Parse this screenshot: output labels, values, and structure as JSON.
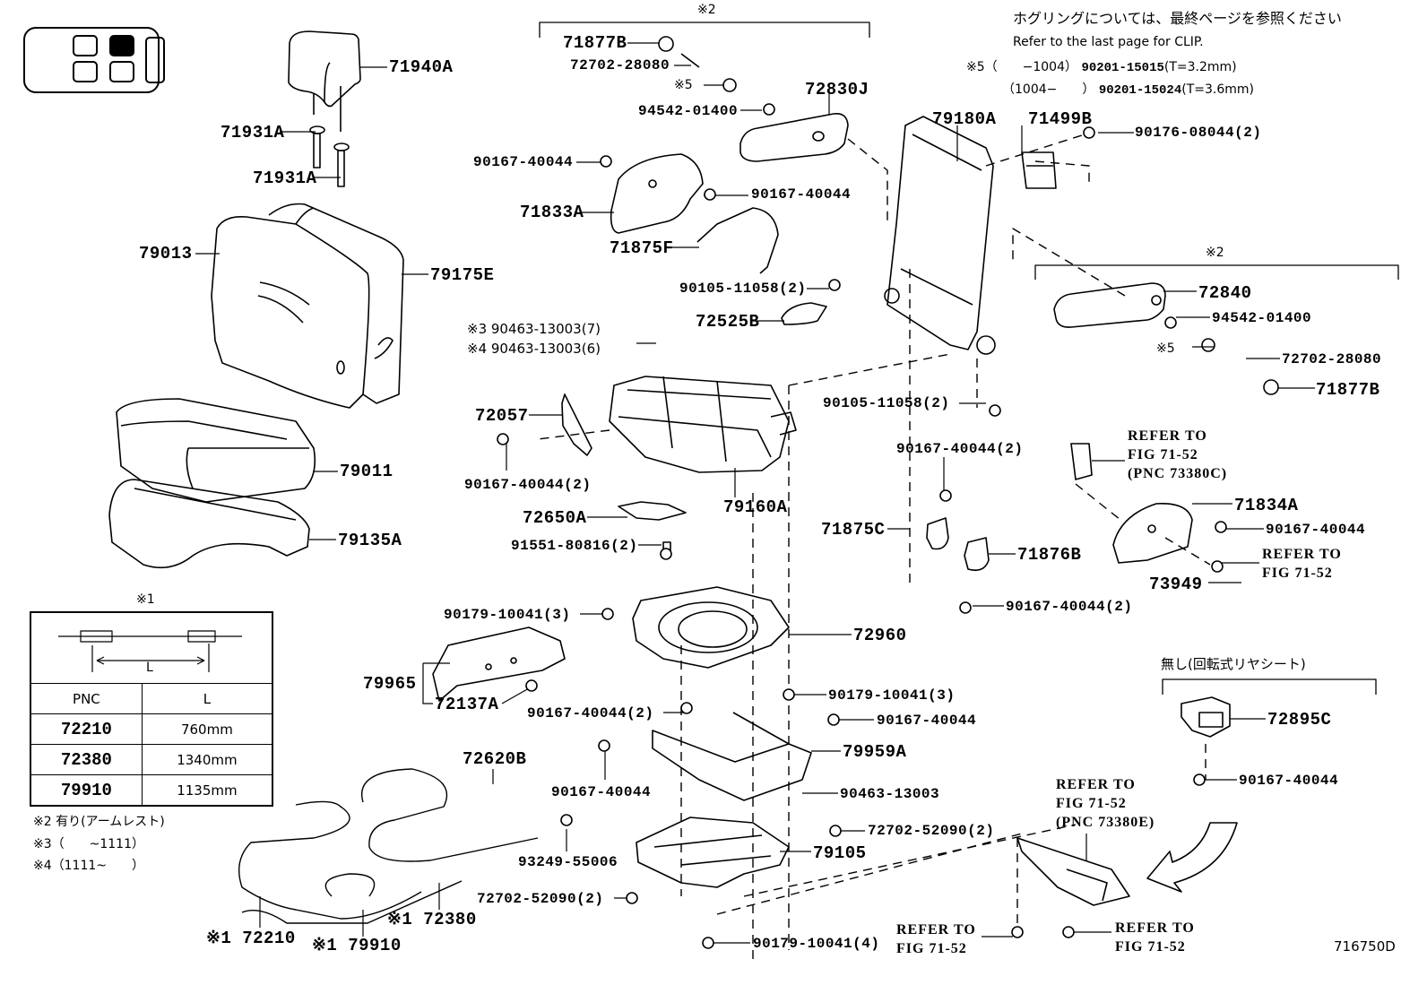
{
  "header": {
    "note_jp": "ホグリングについては、最終ページを参照ください",
    "note_en": "Refer to the last page for CLIP.",
    "note5_line1_prefix": "※5（　　−1004）",
    "note5_line1_part": "90201-15015",
    "note5_line1_suffix": "(T=3.2mm)",
    "note5_line2_prefix": "（1004−　　）",
    "note5_line2_part": "90201-15024",
    "note5_line2_suffix": "(T=3.6mm)"
  },
  "thumbnail": {
    "name": "seat-position-locator",
    "highlighted_position": "top-middle"
  },
  "group_marks": {
    "armrest_left": "※2",
    "armrest_right": "※2",
    "cable_table": "※1",
    "no_rotating": "無し(回転式リヤシート)"
  },
  "parts": {
    "p71940A": "71940A",
    "p71931A_1": "71931A",
    "p71931A_2": "71931A",
    "p79013": "79013",
    "p79175E": "79175E",
    "p79011": "79011",
    "p79135A": "79135A",
    "p71877B_1": "71877B",
    "p72702_28080_1": "72702-28080",
    "n5_1": "※5",
    "p94542_01400_1": "94542-01400",
    "p72830J": "72830J",
    "p90167_40044_a": "90167-40044",
    "p71833A": "71833A",
    "p90167_40044_b": "90167-40044",
    "p71875F": "71875F",
    "p90105_11058_a": "90105-11058(2)",
    "p72525B": "72525B",
    "n3_clip": "※3 90463-13003(7)",
    "n4_clip": "※4 90463-13003(6)",
    "p72057": "72057",
    "p90167_40044_c": "90167-40044(2)",
    "p72650A": "72650A",
    "p91551_80816": "91551-80816(2)",
    "p79160A": "79160A",
    "p79180A": "79180A",
    "p71499B": "71499B",
    "p90176_08044": "90176-08044(2)",
    "p72840": "72840",
    "p94542_01400_2": "94542-01400",
    "n5_2": "※5",
    "p72702_28080_2": "72702-28080",
    "p71877B_2": "71877B",
    "p90105_11058_b": "90105-11058(2)",
    "p90167_40044_d": "90167-40044(2)",
    "p71875C": "71875C",
    "p71876B": "71876B",
    "p90167_40044_e": "90167-40044(2)",
    "p71834A": "71834A",
    "p90167_40044_f": "90167-40044",
    "p73949": "73949",
    "p90179_10041_a": "90179-10041(3)",
    "p72960": "72960",
    "p79965": "79965",
    "p72137A": "72137A",
    "p90179_10041_b": "90179-10041(3)",
    "p90167_40044_g": "90167-40044(2)",
    "p90167_40044_h": "90167-40044",
    "p79959A": "79959A",
    "p90167_40044_i": "90167-40044",
    "p90463_13003": "90463-13003",
    "p72620B": "72620B",
    "p93249_55006": "93249-55006",
    "p72702_52090_a": "72702-52090(2)",
    "p79105": "79105",
    "p72702_52090_b": "72702-52090(2)",
    "p90179_10041_c": "90179-10041(4)",
    "p72895C": "72895C",
    "p90167_40044_j": "90167-40044",
    "c72210": "※1 72210",
    "c79910": "※1 79910",
    "c72380": "※1 72380"
  },
  "refers": {
    "r1": "REFER TO\nFIG 71-52\n(PNC 73380C)",
    "r2": "REFER TO\nFIG 71-52",
    "r3": "REFER TO\nFIG 71-52\n(PNC 73380E)",
    "r4": "REFER TO\nFIG 71-52",
    "r5": "REFER TO\nFIG 71-52"
  },
  "cable_table": {
    "dim_label": "L",
    "headers": [
      "PNC",
      "L"
    ],
    "rows": [
      {
        "pnc": "72210",
        "length": "760mm"
      },
      {
        "pnc": "72380",
        "length": "1340mm"
      },
      {
        "pnc": "79910",
        "length": "1135mm"
      }
    ]
  },
  "footnotes": [
    "※2 有り(アームレスト)",
    "※3（　　~1111）",
    "※4（1111~　　）"
  ],
  "figure_id": "716750D"
}
